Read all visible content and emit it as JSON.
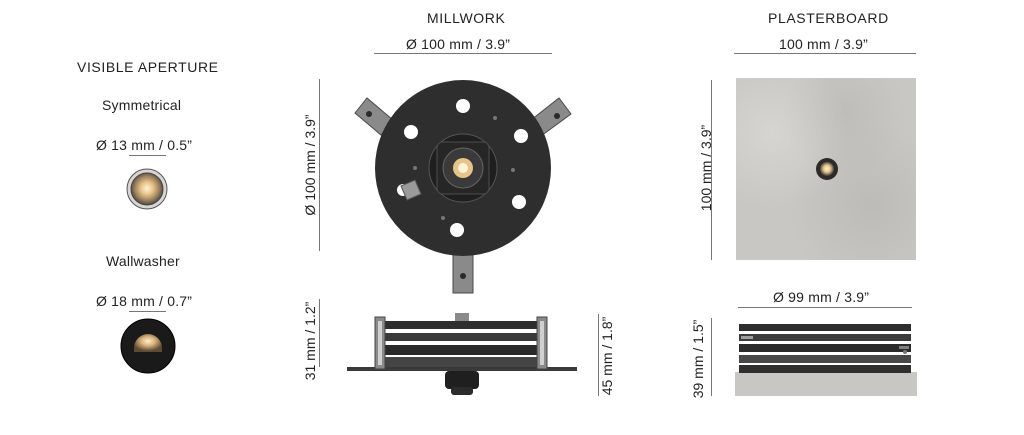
{
  "left": {
    "heading": "VISIBLE APERTURE",
    "symmetrical": {
      "title": "Symmetrical",
      "dimension": "Ø 13 mm / 0.5”"
    },
    "wallwasher": {
      "title": "Wallwasher",
      "dimension": "Ø 18 mm / 0.7”"
    }
  },
  "millwork": {
    "heading": "MILLWORK",
    "top_width": "Ø 100 mm / 3.9”",
    "side_height": "Ø 100 mm / 3.9”",
    "profile_height_left": "31 mm / 1.2”",
    "profile_height_right": "45 mm / 1.8”"
  },
  "plasterboard": {
    "heading": "PLASTERBOARD",
    "top_width": "100 mm / 3.9”",
    "side_height": "100 mm / 3.9”",
    "profile_width": "Ø 99 mm / 3.9”",
    "profile_height": "39 mm / 1.5”"
  },
  "colors": {
    "metal_dark": "#2e2e2e",
    "metal_grey": "#8a8a8a",
    "concrete": "#c9c7c3",
    "lamp_warm": "#e8c489",
    "dimension_line": "#777777"
  }
}
